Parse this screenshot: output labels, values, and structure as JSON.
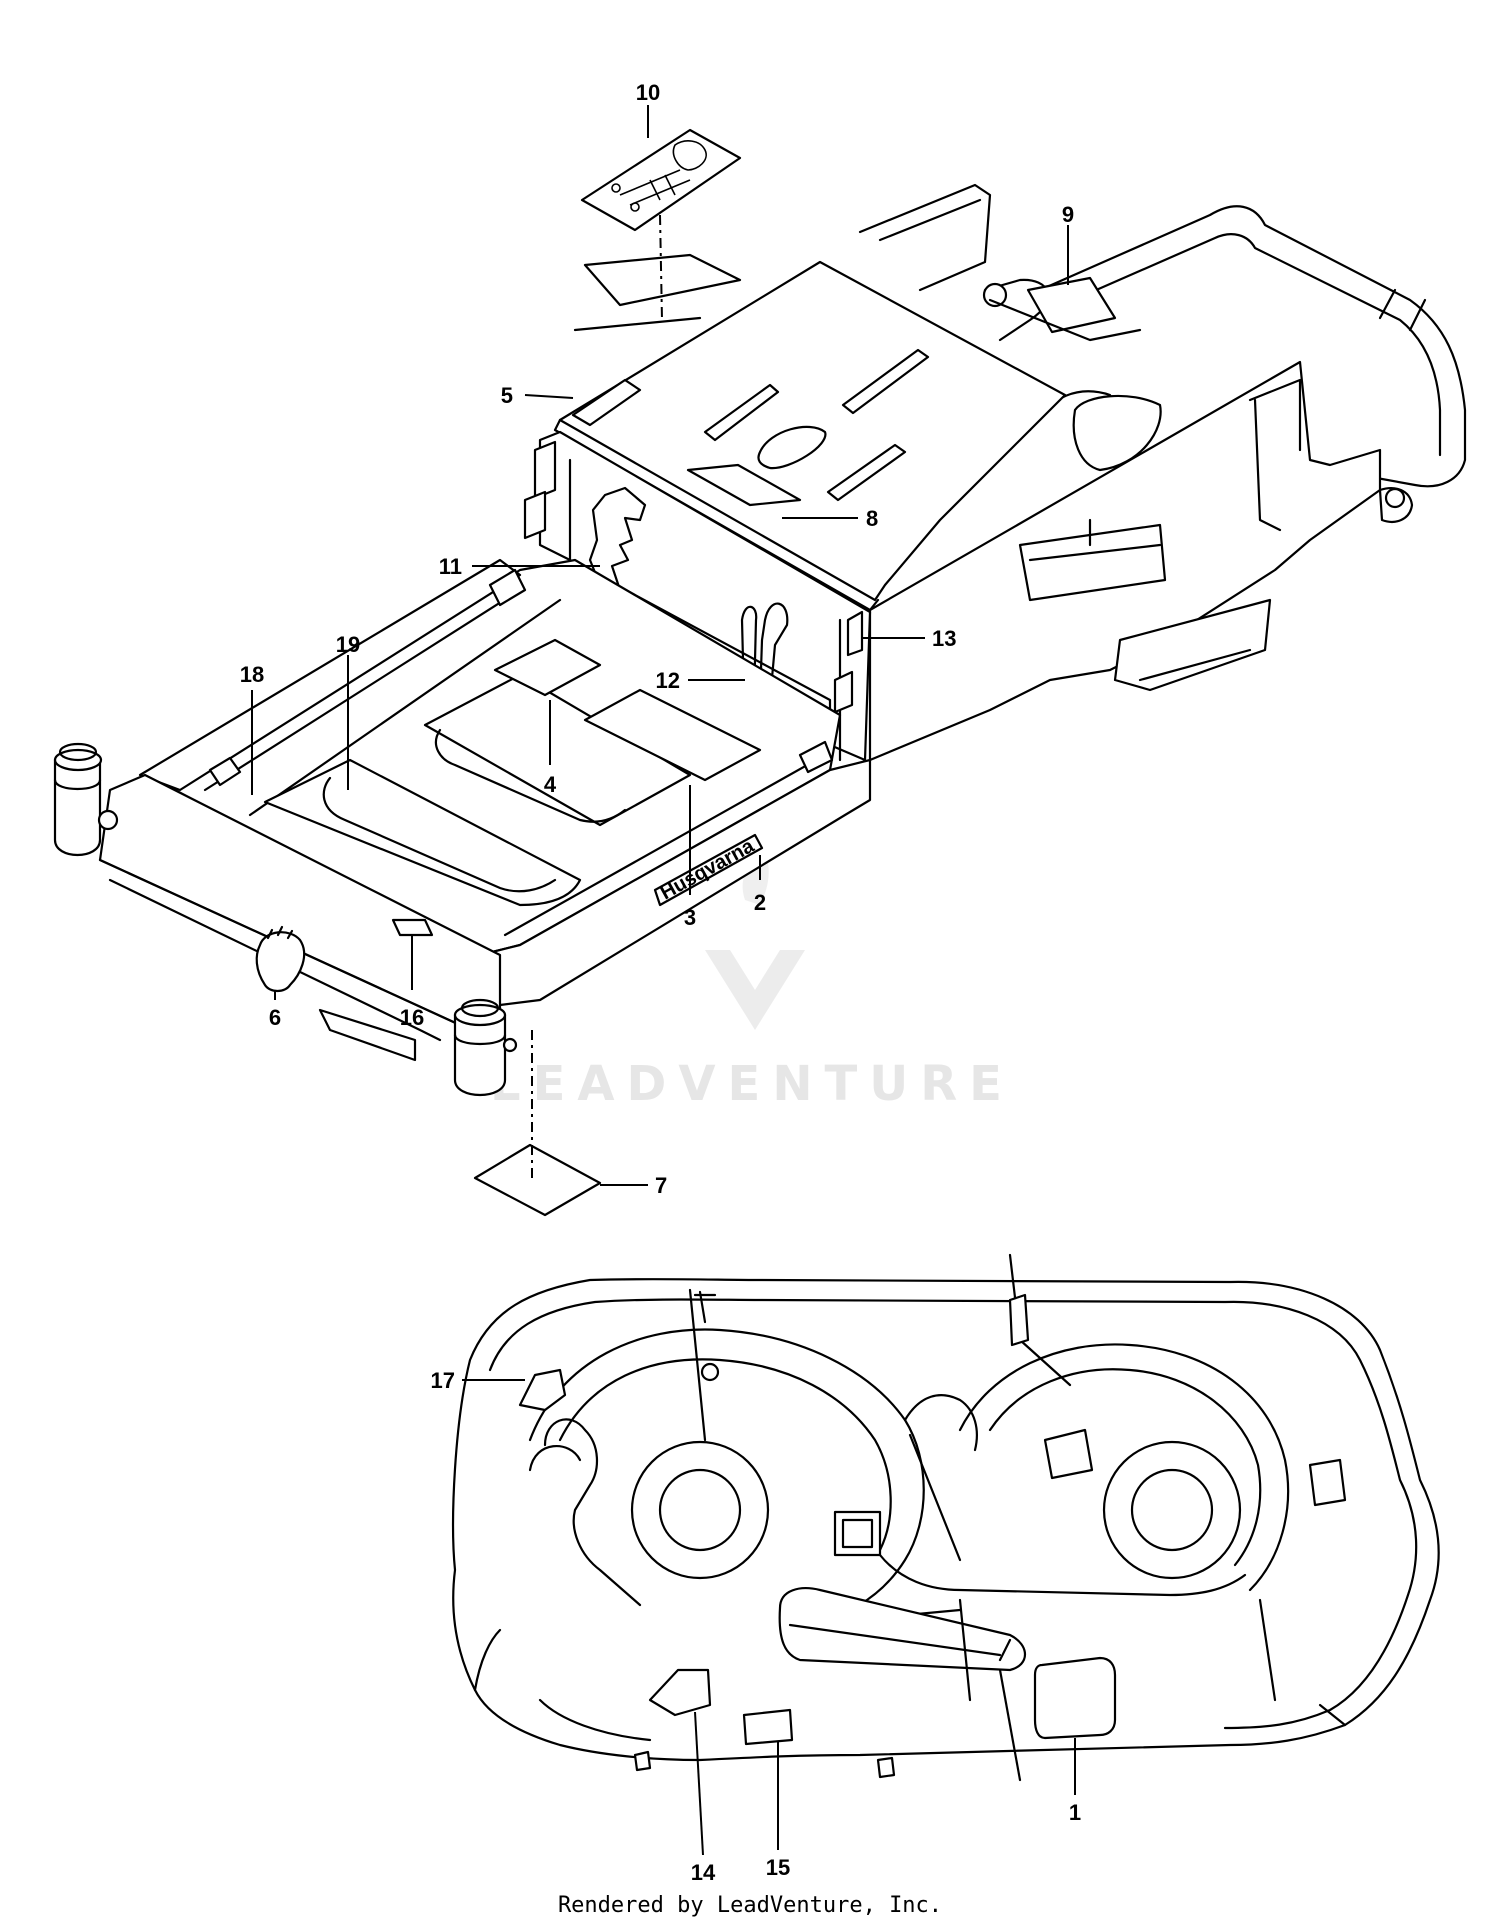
{
  "watermark": {
    "brand": "LEADVENTURE"
  },
  "frame_brand_decal": "Husqvarna",
  "callouts": {
    "c1": "1",
    "c2": "2",
    "c3": "3",
    "c4": "4",
    "c5": "5",
    "c6": "6",
    "c7": "7",
    "c8": "8",
    "c9": "9",
    "c10": "10",
    "c11": "11",
    "c12": "12",
    "c13": "13",
    "c14": "14",
    "c15": "15",
    "c16": "16",
    "c17": "17",
    "c18": "18",
    "c19": "19"
  },
  "footer": {
    "text": "Rendered by LeadVenture, Inc."
  }
}
